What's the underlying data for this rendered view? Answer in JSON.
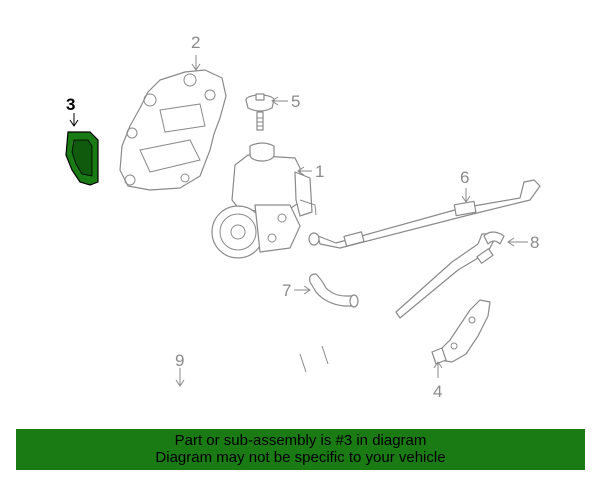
{
  "diagram": {
    "callouts": [
      {
        "id": "1",
        "label": "1"
      },
      {
        "id": "2",
        "label": "2"
      },
      {
        "id": "3",
        "label": "3"
      },
      {
        "id": "4",
        "label": "4"
      },
      {
        "id": "5",
        "label": "5"
      },
      {
        "id": "6",
        "label": "6"
      },
      {
        "id": "7",
        "label": "7"
      },
      {
        "id": "8",
        "label": "8"
      },
      {
        "id": "9",
        "label": "9"
      }
    ],
    "highlight_color": "#1a7a14",
    "line_color": "#8a8a8a"
  },
  "banner": {
    "line1": "Part or sub-assembly is #3 in diagram",
    "line2": "Diagram may not be specific to your vehicle",
    "background": "#1a7a14"
  }
}
